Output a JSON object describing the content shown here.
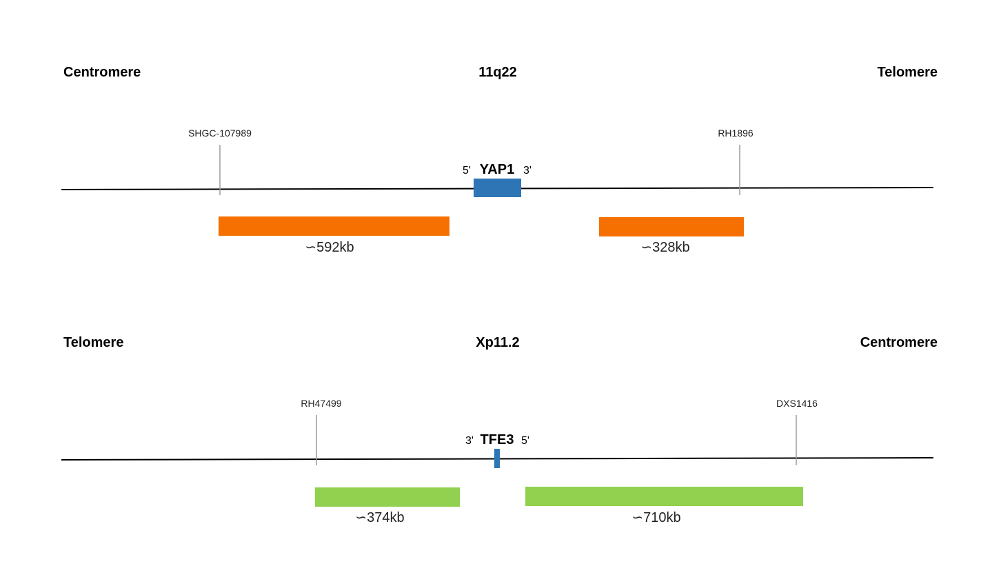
{
  "colors": {
    "chromosome_line": "#000000",
    "marker_line": "#9a9a9a",
    "gene": "#2e75b6",
    "probe_yap1": "#f57000",
    "probe_tfe3": "#92d050"
  },
  "panels": {
    "top": {
      "left_end": "Centromere",
      "band": "11q22",
      "right_end": "Telomere",
      "markers": [
        "SHGC-107989",
        "RH1896"
      ],
      "gene": {
        "name": "YAP1",
        "left_prime": "5'",
        "right_prime": "3'"
      },
      "probes": [
        "∽592kb",
        "∽328kb"
      ]
    },
    "bottom": {
      "left_end": "Telomere",
      "band": "Xp11.2",
      "right_end": "Centromere",
      "markers": [
        "RH47499",
        "DXS1416"
      ],
      "gene": {
        "name": "TFE3",
        "left_prime": "3'",
        "right_prime": "5'"
      },
      "probes": [
        "∽374kb",
        "∽710kb"
      ]
    }
  }
}
